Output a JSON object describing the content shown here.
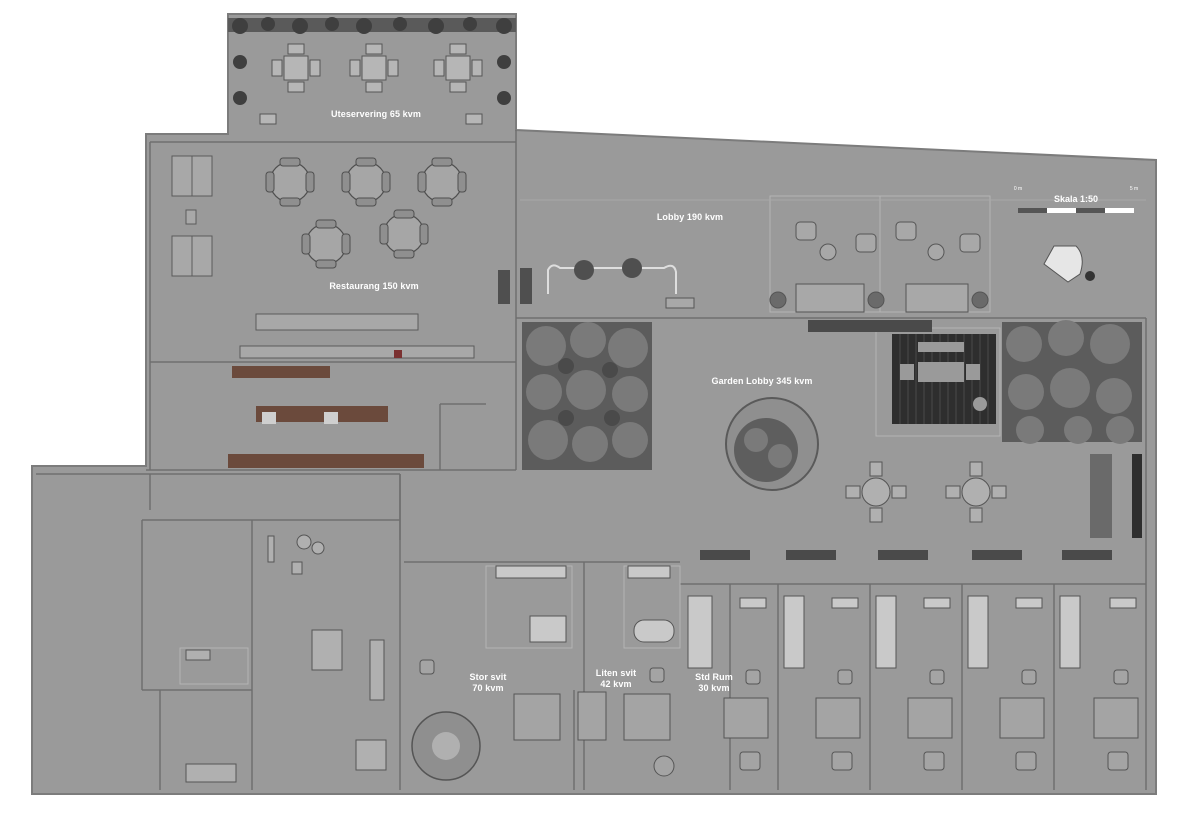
{
  "labels": {
    "terrace": "Uteservering 65 kvm",
    "restaurant": "Restaurang 150 kvm",
    "lobby": "Lobby 190 kvm",
    "garden_lobby": "Garden Lobby 345 kvm",
    "suite_large_name": "Stor svit",
    "suite_large_area": "70 kvm",
    "suite_small_name": "Liten svit",
    "suite_small_area": "42 kvm",
    "std_room_name": "Std Rum",
    "std_room_area": "30 kvm"
  },
  "scale": {
    "title": "Skala 1:50",
    "start_label": "0 m",
    "end_label": "5 m"
  },
  "colors": {
    "floor": "#9a9a9a",
    "wall": "#7c7c7c",
    "line": "#6a6a6a",
    "light_line": "#c8c8c8",
    "plant_dark": "#4d4d4d",
    "plant_mid": "#6e6e6e",
    "plant_light": "#8a8a8a",
    "furniture": "#b6b6b6",
    "wood": "#6b4a3c",
    "deck": "#2e2e2e",
    "label": "#ffffff"
  }
}
